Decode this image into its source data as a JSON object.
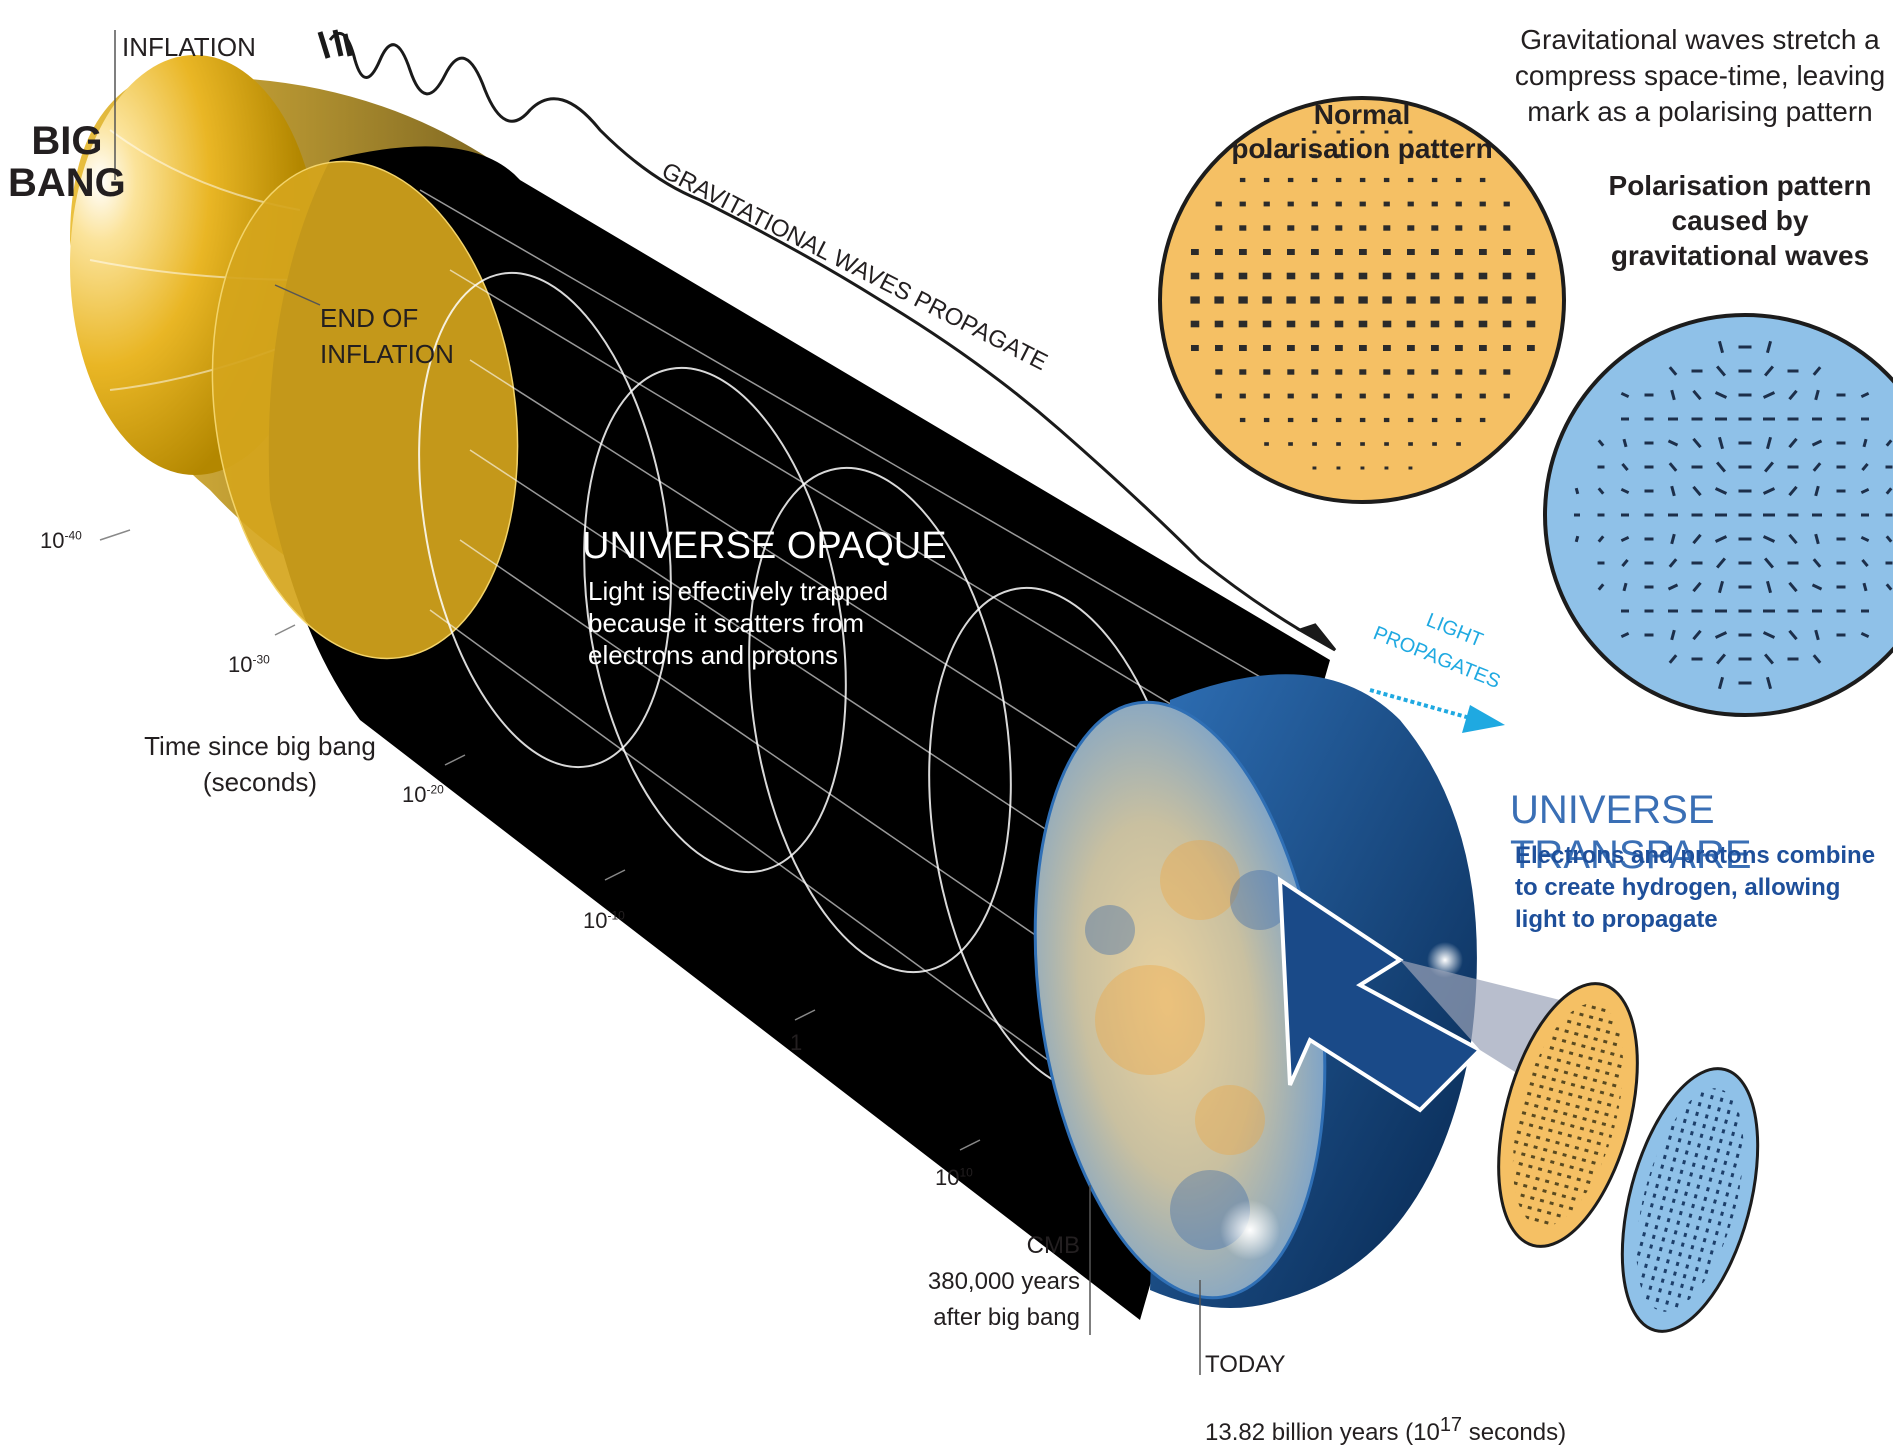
{
  "labels": {
    "big_bang": "BIG\nBANG",
    "inflation": "INFLATION",
    "end_of_inflation": "END OF\nINFLATION",
    "gw_propagate": "GRAVITATIONAL WAVES PROPAGATE",
    "gw_stretch": "Gravitational waves stretch a\ncompress space-time, leaving\nmark as a polarising pattern",
    "normal_pattern": "Normal\npolarisation pattern",
    "gw_pattern": "Polarisation pattern\ncaused by\ngravitational waves",
    "opaque_title": "UNIVERSE OPAQUE",
    "opaque_desc": "Light is effectively trapped\nbecause it scatters from\nelectrons and protons",
    "light_propagates_1": "LIGHT",
    "light_propagates_2": "PROPAGATES",
    "time_caption": "Time since big bang\n(seconds)",
    "transparent_title": "UNIVERSE TRANSPARE",
    "transparent_desc": "Electrons and protons combine\nto create hydrogen, allowing\nlight to propagate",
    "cmb": "CMB\n380,000 years\nafter big bang",
    "today_label": "TODAY",
    "today_desc_pre": "13.82 billion years (10",
    "today_desc_exp": "17",
    "today_desc_post": " seconds)"
  },
  "time_axis": [
    {
      "base": "10",
      "exp": "-40"
    },
    {
      "base": "10",
      "exp": "-30"
    },
    {
      "base": "10",
      "exp": "-20"
    },
    {
      "base": "10",
      "exp": "-10"
    },
    {
      "base": "1",
      "exp": ""
    },
    {
      "base": "10",
      "exp": "10"
    }
  ],
  "colors": {
    "gold": "#f2c14e",
    "gold_dark": "#b8900a",
    "tube": "#000000",
    "cmb_blue": "#4f8fd0",
    "deep_blue": "#0d3a6e",
    "pattern_blue": "#8fc1e8",
    "pattern_orange": "#f5c064",
    "arrow_cyan": "#1fa9e1",
    "transparent_text": "#1e4f9a"
  }
}
